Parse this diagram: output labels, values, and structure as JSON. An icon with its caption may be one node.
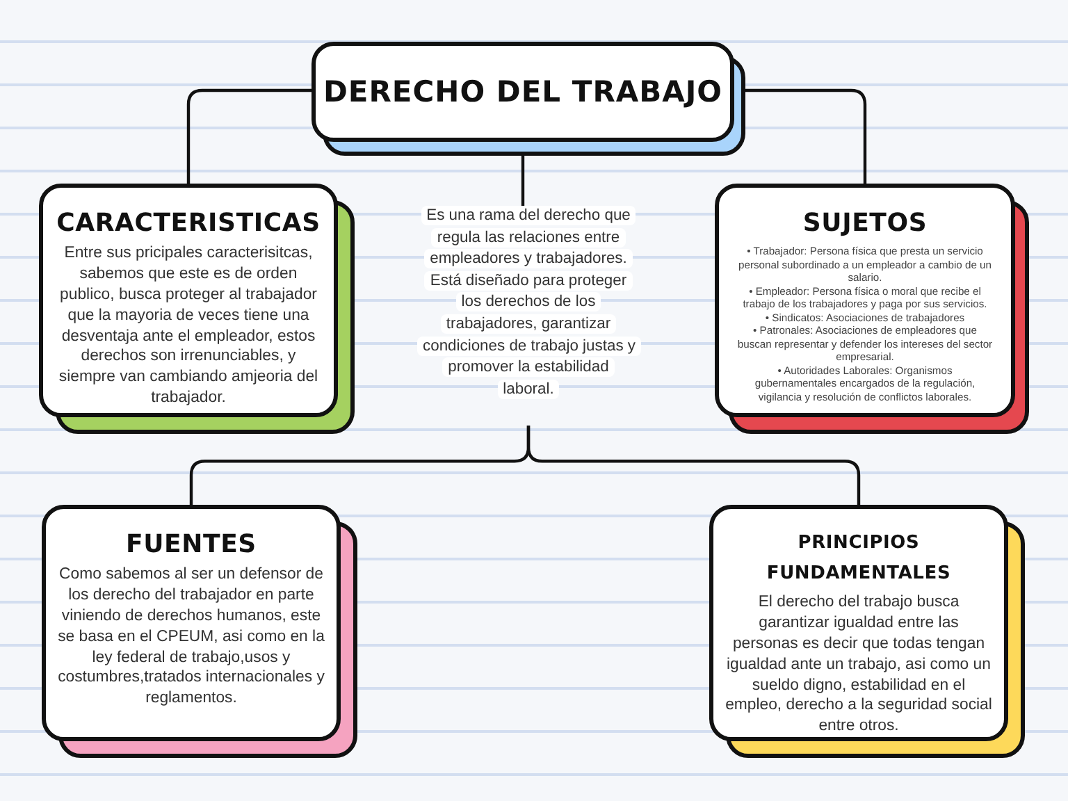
{
  "diagram": {
    "nodes": [
      {
        "text": [
          "DERECHO DEL TRABAJO"
        ]
      },
      {
        "text": [
          "CARACTERISTICAS",
          "Entre sus pricipales caracterisitcas, sabemos que este es de orden publico, busca proteger al trabajador que la mayoria de veces tiene una desventaja ante el empleador, estos derechos son irrenunciables, y siempre van cambiando amjeoria del trabajador."
        ]
      },
      {
        "text": [
          "Es una rama del derecho que regula las relaciones entre empleadores y trabajadores. Está diseñado para proteger los derechos de los trabajadores, garantizar condiciones de trabajo justas y promover la estabilidad laboral."
        ]
      },
      {
        "text": [
          "SUJETOS",
          "• Trabajador: Persona física que presta un servicio personal subordinado a un empleador a cambio de un salario.",
          "• Empleador: Persona física o moral que recibe el trabajo de los trabajadores y paga por sus servicios.",
          "• Sindicatos: Asociaciones de trabajadores",
          "• Patronales: Asociaciones de empleadores que buscan representar y defender los intereses del sector empresarial.",
          "• Autoridades Laborales: Organismos gubernamentales encargados de la regulación, vigilancia y resolución de conflictos laborales."
        ]
      },
      {
        "text": [
          "FUENTES",
          "Como sabemos al ser un defensor de los derecho del trabajador en parte viniendo de derechos humanos, este se basa en el CPEUM, asi como en la ley federal de trabajo,usos y costumbres,tratados internacionales y reglamentos."
        ]
      },
      {
        "text": [
          "PRINCIPIOS FUNDAMENTALES",
          "El derecho del trabajo busca garantizar igualdad entre las personas  es decir que todas tengan igualdad ante un trabajo, asi como un sueldo digno, estabilidad en el empleo, derecho a la seguridad social entre otros."
        ]
      }
    ],
    "edges": [
      {
        "from": 0,
        "to": 1,
        "arrow": "none"
      },
      {
        "from": 0,
        "to": 3,
        "arrow": "none"
      },
      {
        "from": 0,
        "to": 2,
        "arrow": "none"
      },
      {
        "from": 2,
        "to": 4,
        "arrow": "none"
      },
      {
        "from": 2,
        "to": 5,
        "arrow": "none"
      }
    ]
  }
}
